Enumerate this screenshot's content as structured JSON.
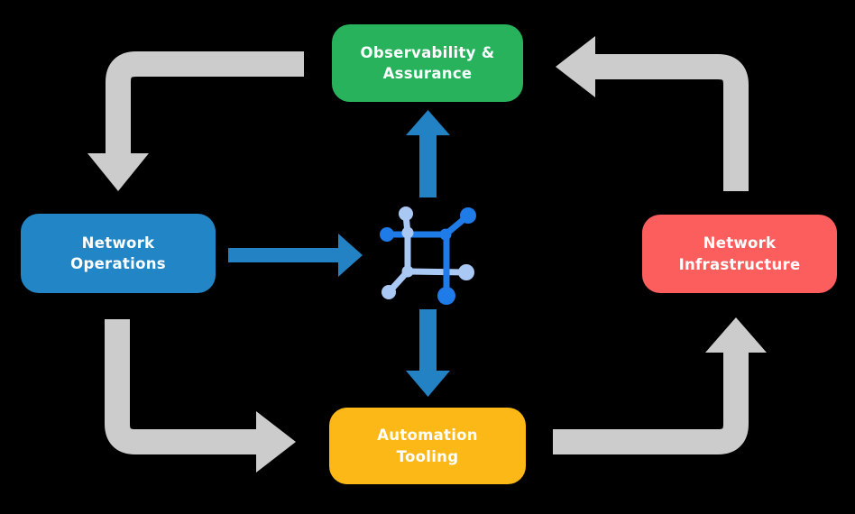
{
  "colors": {
    "background": "#000000",
    "arrow_gray": "#CCCCCC",
    "arrow_blue": "#2282C4",
    "icon_dark_blue": "#1E7BE8",
    "icon_light_blue": "#A9C9F4",
    "label_text": "#FFFFFF",
    "node_green": "#28B25C",
    "node_blue": "#2286C6",
    "node_red": "#FC5D5D",
    "node_yellow": "#FBB816"
  },
  "nodes": {
    "observability": {
      "label": "Observability &\nAssurance",
      "color": "#28B25C"
    },
    "operations": {
      "label": "Network\nOperations",
      "color": "#2286C6"
    },
    "infrastructure": {
      "label": "Network\nInfrastructure",
      "color": "#FC5D5D"
    },
    "automation": {
      "label": "Automation\nTooling",
      "color": "#FBB816"
    }
  },
  "icons": {
    "center": "network-mesh-icon"
  },
  "flows": {
    "gray_cycle": [
      {
        "from": "observability",
        "to": "operations"
      },
      {
        "from": "operations",
        "to": "automation"
      },
      {
        "from": "automation",
        "to": "infrastructure"
      },
      {
        "from": "infrastructure",
        "to": "observability"
      }
    ],
    "blue_center": [
      {
        "from": "operations",
        "to": "center-icon"
      },
      {
        "from": "center-icon",
        "to": "observability"
      },
      {
        "from": "center-icon",
        "to": "automation"
      }
    ]
  }
}
